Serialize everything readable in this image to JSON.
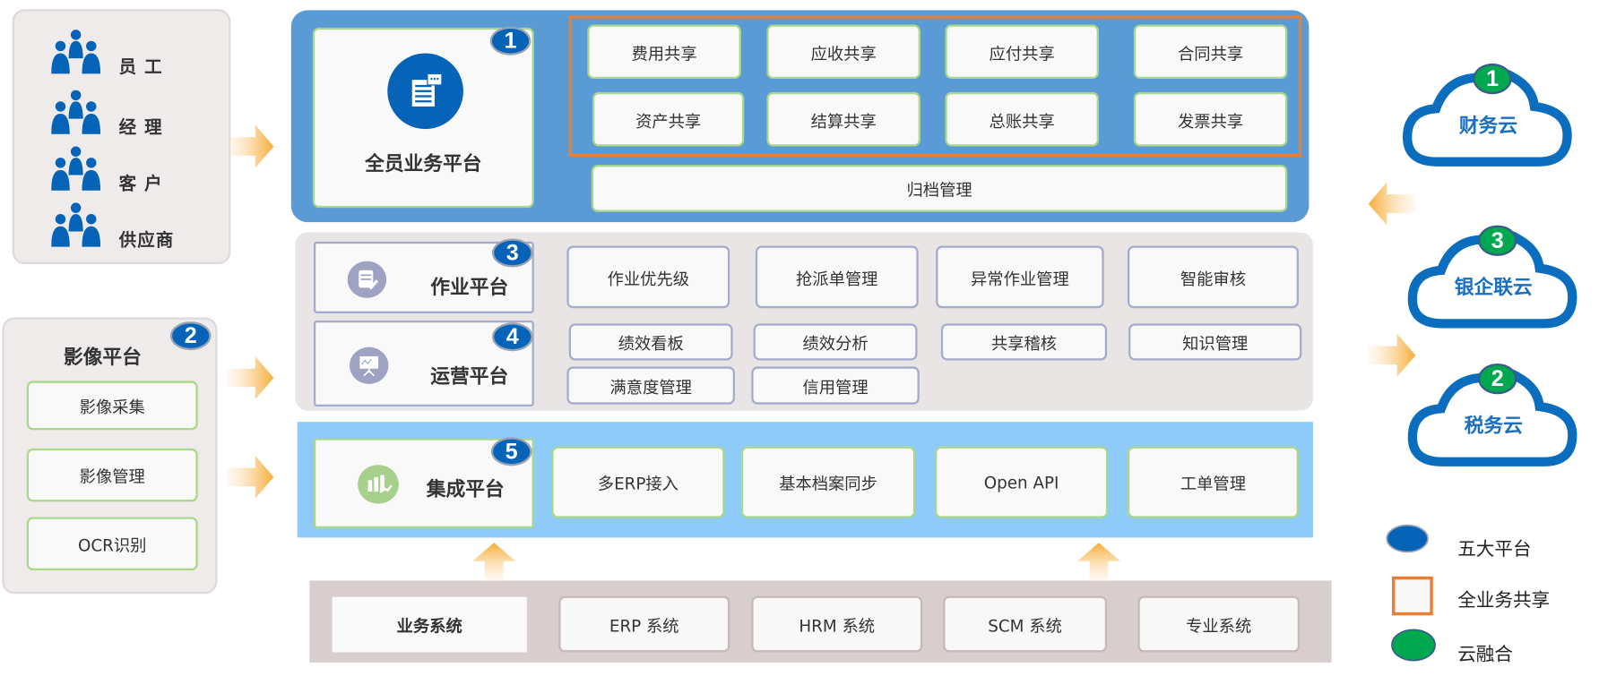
{
  "users": {
    "items": [
      {
        "label": "员 工"
      },
      {
        "label": "经 理"
      },
      {
        "label": "客 户"
      },
      {
        "label": "供应商"
      }
    ]
  },
  "image_platform": {
    "title": "影像平台",
    "badge": "2",
    "items": [
      "影像采集",
      "影像管理",
      "OCR识别"
    ]
  },
  "all_business": {
    "title": "全员业务平台",
    "badge": "1",
    "shared_row1": [
      "费用共享",
      "应收共享",
      "应付共享",
      "合同共享"
    ],
    "shared_row2": [
      "资产共享",
      "结算共享",
      "总账共享",
      "发票共享"
    ],
    "archive": "归档管理"
  },
  "operation": {
    "work_title": "作业平台",
    "work_badge": "3",
    "ops_title": "运营平台",
    "ops_badge": "4",
    "row1": [
      "作业优先级",
      "抢派单管理",
      "异常作业管理",
      "智能审核"
    ],
    "row2": [
      "绩效看板",
      "绩效分析",
      "共享稽核",
      "知识管理"
    ],
    "row3": [
      "满意度管理",
      "信用管理"
    ]
  },
  "integration": {
    "title": "集成平台",
    "badge": "5",
    "items": [
      "多ERP接入",
      "基本档案同步",
      "Open API",
      "工单管理"
    ]
  },
  "systems": {
    "title": "业务系统",
    "items": [
      "ERP 系统",
      "HRM 系统",
      "SCM 系统",
      "专业系统"
    ]
  },
  "clouds": [
    {
      "label": "财务云",
      "badge": "1"
    },
    {
      "label": "银企联云",
      "badge": "3"
    },
    {
      "label": "税务云",
      "badge": "2"
    }
  ],
  "legend": [
    {
      "label": "五大平台",
      "color": "#0563b8"
    },
    {
      "label": "全业务共享",
      "color": "#ed7d31"
    },
    {
      "label": "云融合",
      "color": "#00a94f"
    }
  ],
  "colors": {
    "blue_panel": "#5b9bd5",
    "gray_panel": "#e9e5e5",
    "light_blue_panel": "#8ecbf8",
    "orange": "#ed7d31",
    "arrow": "#f6b142"
  }
}
